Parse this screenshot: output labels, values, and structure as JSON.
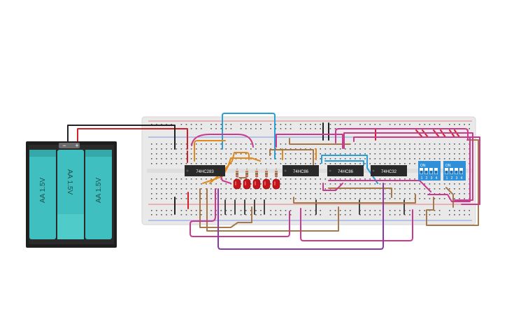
{
  "battery_pack": {
    "cells": [
      {
        "label": "AA 1.5V"
      },
      {
        "label": "AA 1.5V"
      },
      {
        "label": "AA 1.5V"
      }
    ],
    "minus_symbol": "−",
    "plus_symbol": "+"
  },
  "chips": [
    {
      "label": "74HC283"
    },
    {
      "label": "74HC86"
    },
    {
      "label": "74HC86"
    },
    {
      "label": "74HC32"
    }
  ],
  "dip_switches": [
    {
      "on_label": "ON",
      "positions": [
        "1",
        "2",
        "3",
        "4"
      ]
    },
    {
      "on_label": "ON",
      "positions": [
        "1",
        "2",
        "3",
        "4"
      ]
    }
  ],
  "colors": {
    "breadboard": "#e8e8e8",
    "chip": "#2a2a2a",
    "battery_cell": "#3fbfc0",
    "battery_holder": "#232323",
    "dip_switch": "#2f8fd8",
    "led": "#c0161b",
    "wire_red": "#d0202a",
    "wire_black": "#222222",
    "wire_brown": "#a7784a",
    "wire_magenta": "#cc3a8e",
    "wire_blue": "#2aa0d8",
    "wire_orange": "#e08a1e",
    "wire_purple": "#8a3aa0"
  }
}
